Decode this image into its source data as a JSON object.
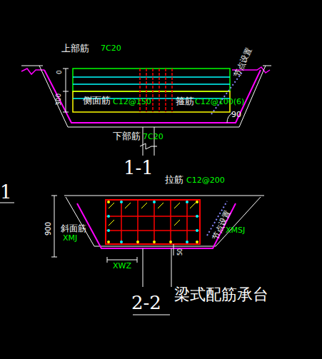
{
  "diagram": {
    "title": "梁式配筋承台",
    "labels": [
      "上部筋",
      "7C20",
      "节点设置",
      "0",
      "300",
      "侧面筋",
      "C12@150",
      "箍筋",
      "C12@100(6)",
      "90",
      "下部筋",
      "7C20",
      "1-1",
      "1",
      "拉筋",
      "C12@200",
      "节点设置",
      "900",
      "斜面筋",
      "XMJ",
      "XMSJ",
      "50",
      "XWZ",
      "2-2"
    ]
  }
}
